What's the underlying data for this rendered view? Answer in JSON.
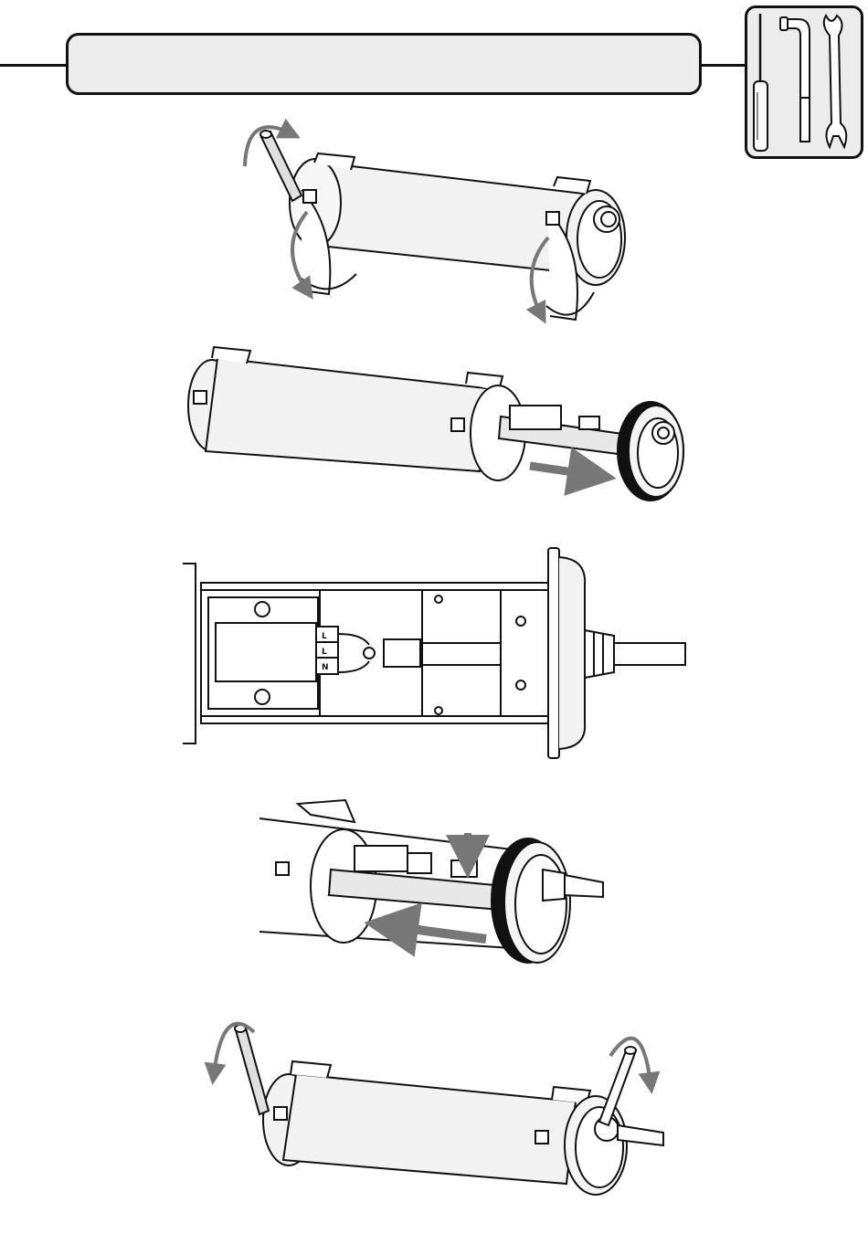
{
  "header": {
    "title": ""
  },
  "terminal_block": {
    "pins": [
      "L",
      "L",
      "N"
    ]
  },
  "colors": {
    "line": "#111111",
    "tube": "#f2f2f2",
    "arrow": "#777777",
    "panel": "#ececec",
    "gasket": "#111111"
  },
  "icons": [
    "screwdriver-icon",
    "hex-key-icon",
    "wrench-icon",
    "rotate-arrow-icon",
    "slide-arrow-icon",
    "press-arrow-icon"
  ]
}
